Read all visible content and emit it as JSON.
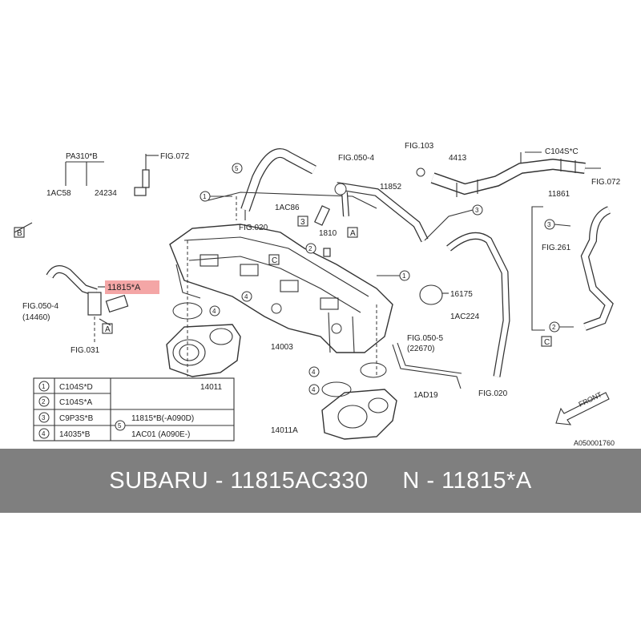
{
  "banner": {
    "text": "SUBARU - 11815AC330     N - 11815*A"
  },
  "diagram": {
    "highlight_label": "11815*A",
    "highlight_color": "#f4a6a6",
    "labels": {
      "pa10_b": "PA310*B",
      "fig072_top": "FIG.072",
      "ac58": "1AC58",
      "n24234": "24234",
      "box_b_left": "B",
      "fig050_4_left": "FIG.050-4",
      "n14460": "(14460)",
      "box_a_left": "A",
      "fig031": "FIG.031",
      "n5_top": "5",
      "fig050_4_top": "FIG.050-4",
      "fig103": "FIG.103",
      "n4413": "4413",
      "c0104s_c": "C104S*C",
      "fig072_right": "FIG.072",
      "n11852": "11852",
      "n1_left": "1",
      "ac86": "1AC86",
      "n3_box": "3",
      "fig020_a": "FIG.020",
      "n1810": "1810",
      "box_a_mid": "A",
      "n3_right": "3",
      "n11861": "11861",
      "c_box_mid": "C",
      "n2_mid": "2",
      "n1_mid": "1",
      "n16175": "16175",
      "n4_right_a": "4",
      "n4_right_b": "4",
      "ac224": "1AC224",
      "n14003": "14003",
      "fig050_5": "FIG.050-5",
      "n22670": "(22670)",
      "n4_ring_a": "4",
      "n4_ring_b": "4",
      "n14011": "14011",
      "ac19": "1AD19",
      "fig020_b": "FIG.020",
      "n14011a": "14011A",
      "n3_right2": "3",
      "fig261": "FIG.261",
      "n2_right": "2",
      "c_box_right": "C",
      "front": "FRONT",
      "ref_code": "A050001760"
    },
    "legend": {
      "rows": [
        {
          "num": "1",
          "code": "C104S*D"
        },
        {
          "num": "2",
          "code": "C104S*A"
        },
        {
          "num": "3",
          "code": "C9P3S*B"
        },
        {
          "num": "4",
          "code": "14035*B"
        }
      ],
      "item5_num": "5",
      "item5_line1": "11815*B(-A090D)",
      "item5_line2": "1AC01  (A090E-)"
    }
  }
}
